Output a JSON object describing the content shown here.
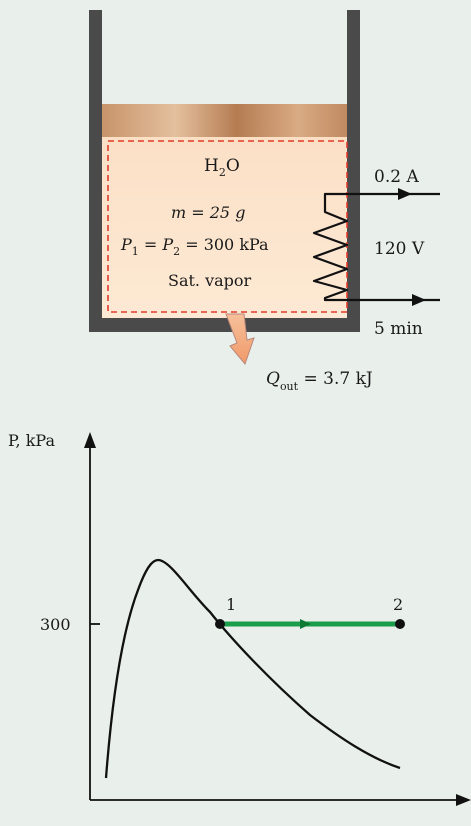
{
  "cylinder": {
    "substance": "H",
    "substance_sub": "2",
    "substance_tail": "O",
    "mass": "m = 25 g",
    "pressure_p": "P",
    "pressure_1": "1",
    "pressure_eq": " = ",
    "pressure_2": "2",
    "pressure_val": " = 300 kPa",
    "state": "Sat. vapor"
  },
  "electrical": {
    "current": "0.2 A",
    "voltage": "120 V",
    "time": "5 min"
  },
  "heat": {
    "q": "Q",
    "q_sub": "out",
    "q_val": " = 3.7 kJ"
  },
  "chart_data": {
    "type": "line",
    "ylabel": "P, kPa",
    "y_tick_labels": [
      "300"
    ],
    "points": [
      {
        "label": "1",
        "P": 300
      },
      {
        "label": "2",
        "P": 300
      }
    ],
    "process": "constant pressure, 1 → 2",
    "colors": {
      "process_line": "#1a9e4a",
      "dome": "#111111"
    }
  }
}
